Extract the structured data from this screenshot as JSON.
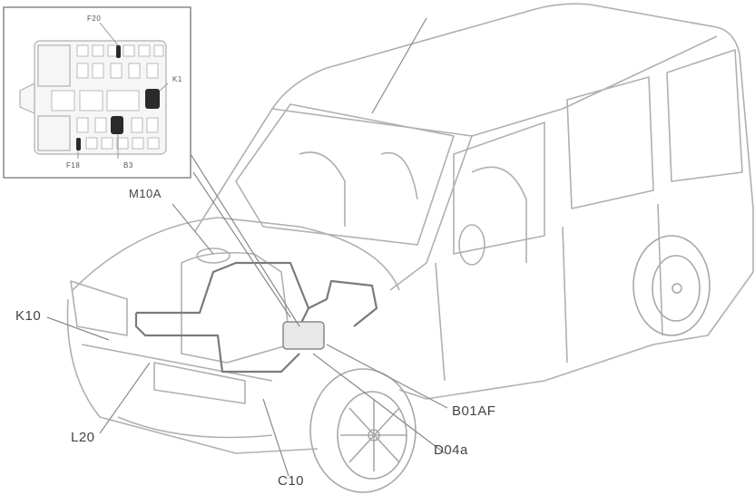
{
  "diagram": {
    "type": "vehicle component location diagram",
    "inset": {
      "title": "fuse/relay box detail",
      "labels": {
        "top": "F20",
        "right": "K1",
        "bottom_left": "F18",
        "bottom": "B3"
      }
    },
    "callouts": [
      {
        "id": "M10A",
        "label": "M10A"
      },
      {
        "id": "K10",
        "label": "K10"
      },
      {
        "id": "L20",
        "label": "L20"
      },
      {
        "id": "C10",
        "label": "C10"
      },
      {
        "id": "D04A",
        "label": "D04a"
      },
      {
        "id": "B01AF",
        "label": "B01AF"
      }
    ],
    "colors": {
      "line": "#9a9a9a",
      "dark": "#333333",
      "background": "#ffffff"
    }
  }
}
